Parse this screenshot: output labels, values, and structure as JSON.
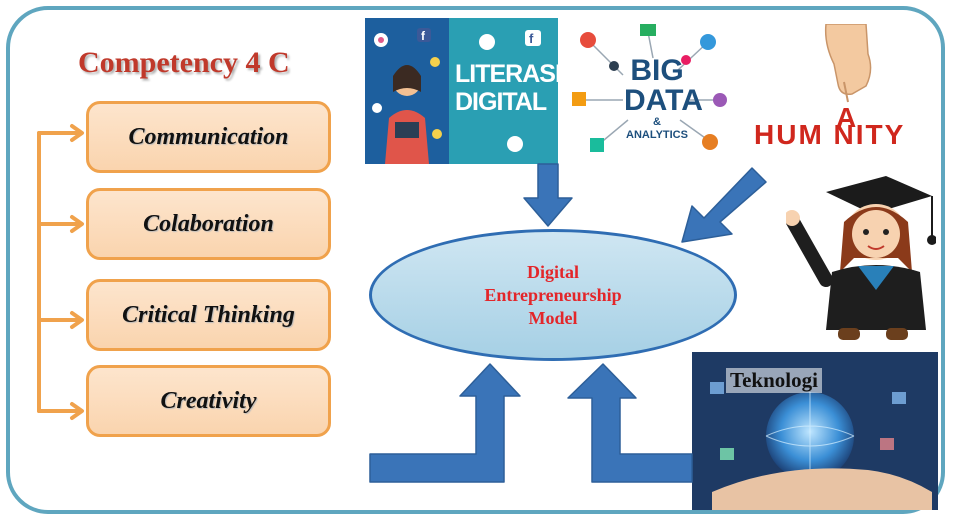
{
  "diagram": {
    "title": "Competency 4 C",
    "competencies": [
      {
        "label": "Communication"
      },
      {
        "label": "Colaboration"
      },
      {
        "label": "Critical Thinking"
      },
      {
        "label": "Creativity"
      }
    ],
    "center": {
      "lines": [
        "Digital",
        "Entrepreneurship",
        "Model"
      ]
    },
    "images": {
      "literasi": {
        "line1": "LITERASI",
        "line2": "DIGITAL"
      },
      "bigdata": {
        "line1": "BIG",
        "line2": "DATA",
        "line3": "& ANALYTICS"
      },
      "humanity": {
        "text": "HUM    NITY",
        "letter": "A"
      },
      "teknologi": {
        "label": "Teknologi"
      }
    },
    "colors": {
      "frame": "#5fa6bf",
      "box_border": "#f0a24c",
      "box_fill": "#fbdcbc",
      "arrow": "#3a74b8",
      "title": "#c0392b",
      "center_text": "#e3262a"
    },
    "icons": [
      "facebook-icon",
      "instagram-icon",
      "hand-icon",
      "graduate-cartoon-icon",
      "globe-icon"
    ]
  }
}
